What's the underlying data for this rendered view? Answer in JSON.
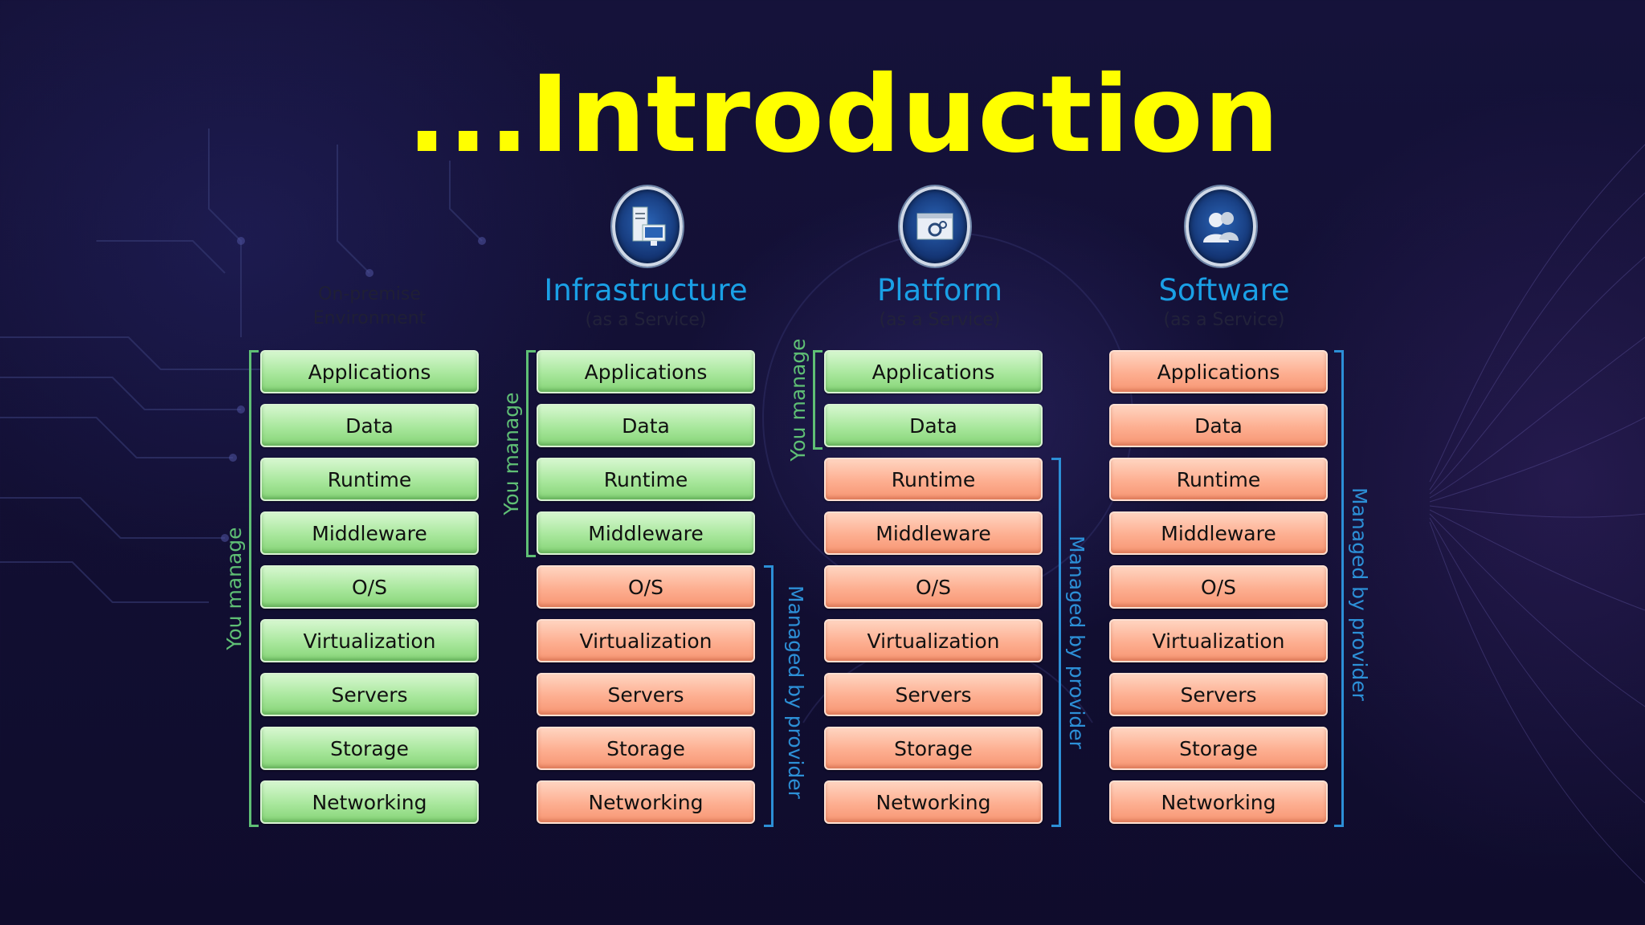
{
  "title": "...Introduction",
  "onprem_label": "On-premise Environment",
  "colors": {
    "title": "#ffff00",
    "you_manage": "#5fbf75",
    "managed_by_provider": "#2c8fd6",
    "green_layer": "#a8e79c",
    "orange_layer": "#fdae90",
    "heading": "#1aa0e6"
  },
  "layer_labels": [
    "Applications",
    "Data",
    "Runtime",
    "Middleware",
    "O/S",
    "Virtualization",
    "Servers",
    "Storage",
    "Networking"
  ],
  "columns": [
    {
      "id": "onprem",
      "heading": "",
      "subheading": "",
      "icon": "",
      "you_manage_count": 9,
      "you_manage_label": "You manage",
      "managed_label": ""
    },
    {
      "id": "iaas",
      "heading": "Infrastructure",
      "subheading": "(as a Service)",
      "icon": "server-monitor-icon",
      "you_manage_count": 4,
      "you_manage_label": "You manage",
      "managed_label": "Managed by provider"
    },
    {
      "id": "paas",
      "heading": "Platform",
      "subheading": "(as a Service)",
      "icon": "window-gears-icon",
      "you_manage_count": 2,
      "you_manage_label": "You manage",
      "managed_label": "Managed by provider"
    },
    {
      "id": "saas",
      "heading": "Software",
      "subheading": "(as a Service)",
      "icon": "users-icon",
      "you_manage_count": 0,
      "you_manage_label": "",
      "managed_label": "Managed by provider"
    }
  ]
}
